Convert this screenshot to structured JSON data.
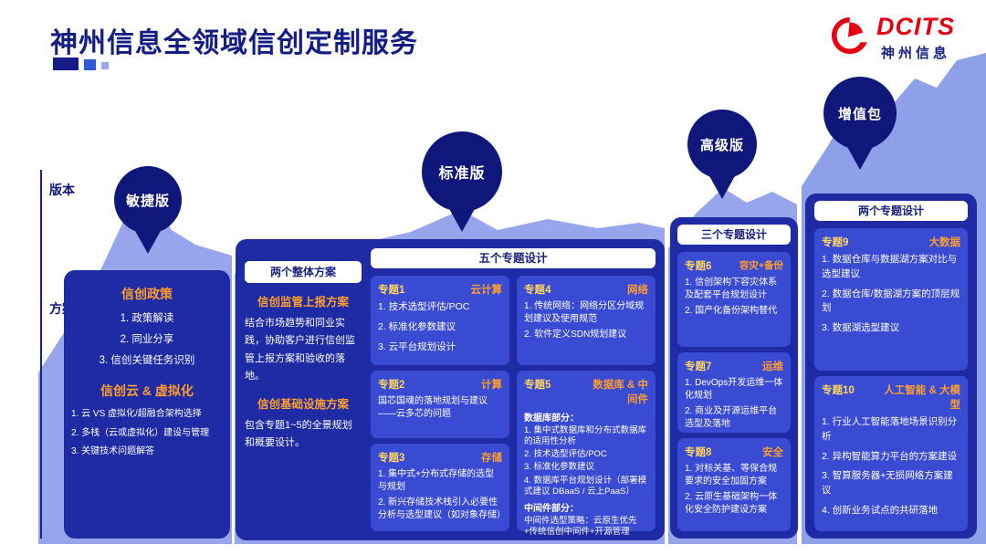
{
  "header": {
    "title": "神州信息全领域信创定制服务",
    "logo": {
      "brand": "DCITS",
      "company": "神州信息"
    }
  },
  "axis": {
    "version": "版本",
    "plan": "方案"
  },
  "agile": {
    "badge": "敏捷版",
    "policy": {
      "heading": "信创政策",
      "items": [
        "1. 政策解读",
        "2. 同业分享",
        "3. 信创关键任务识别"
      ]
    },
    "cloud": {
      "heading": "信创云 & 虚拟化",
      "items": [
        "1. 云 VS 虚拟化/超融合架构选择",
        "2. 多栈（云或虚拟化）建设与管理",
        "3. 关键技术问题解答"
      ]
    }
  },
  "standard": {
    "badge": "标准版",
    "overall": {
      "pill": "两个整体方案",
      "plan1": {
        "heading": "信创监管上报方案",
        "body": "结合市场趋势和同业实践，协助客户进行信创监管上报方案和验收的落地。"
      },
      "plan2": {
        "heading": "信创基础设施方案",
        "body": "包含专题1~5的全景规划和概要设计。"
      }
    },
    "pill": "五个专题设计",
    "topic1": {
      "label": "专题1",
      "name": "云计算",
      "items": [
        "1. 技术选型评估/POC",
        "2. 标准化参数建议",
        "3. 云平台规划设计"
      ]
    },
    "topic2": {
      "label": "专题2",
      "name": "计算",
      "body": "国芯国魂的落地规划与建议——云多芯的问题"
    },
    "topic3": {
      "label": "专题3",
      "name": "存储",
      "items": [
        "1. 集中式+分布式存储的选型与规划",
        "2. 新兴存储技术栈引入必要性分析与选型建议（如对象存储）"
      ]
    },
    "topic4": {
      "label": "专题4",
      "name": "网络",
      "items": [
        "1. 传统网络：网络分区分域规划建议及使用规范",
        "2. 软件定义SDN规划建议"
      ]
    },
    "topic5": {
      "label": "专题5",
      "name": "数据库 & 中间件",
      "db_heading": "数据库部分：",
      "db_items": [
        "1. 集中式数据库和分布式数据库的适用性分析",
        "2. 技术选型评估/POC",
        "3. 标准化参数建议",
        "4. 数据库平台规划设计（部署模式建议 DBaaS / 云上PaaS）"
      ],
      "mw_heading": "中间件部分：",
      "mw_body": "中间件选型策略：云原生优先+传统信创中间件+开源管理"
    }
  },
  "advanced": {
    "badge": "高级版",
    "pill": "三个专题设计",
    "topic6": {
      "label": "专题6",
      "name": "容灾+备份",
      "items": [
        "1. 信创架构下容灾体系及配套平台规划设计",
        "2. 国产化备份架构替代"
      ]
    },
    "topic7": {
      "label": "专题7",
      "name": "运维",
      "items": [
        "1. DevOps开发运维一体化规划",
        "2. 商业及开源运维平台选型及落地"
      ]
    },
    "topic8": {
      "label": "专题8",
      "name": "安全",
      "items": [
        "1. 对标关基、等保合规要求的安全加固方案",
        "2. 云原生基础架构一体化安全防护建设方案"
      ]
    }
  },
  "premium": {
    "badge": "增值包",
    "pill": "两个专题设计",
    "topic9": {
      "label": "专题9",
      "name": "大数据",
      "items": [
        "1. 数据仓库与数据湖方案对比与选型建议",
        "2. 数据仓库/数据湖方案的顶层规划",
        "3. 数据湖选型建议"
      ]
    },
    "topic10": {
      "label": "专题10",
      "name": "人工智能 & 大模型",
      "items": [
        "1. 行业人工智能落地场景识别分析",
        "2. 异构智能算力平台的方案建设",
        "3. 智算服务器+无损网络方案建议",
        "4. 创新业务试点的共研落地"
      ]
    }
  }
}
